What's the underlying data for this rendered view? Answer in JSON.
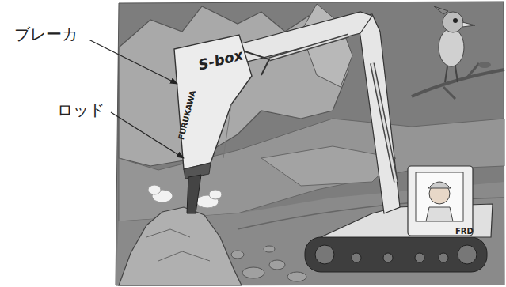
{
  "diagram": {
    "labels": [
      "ブレーカ",
      "ロッド",
      "FURUKAWA",
      "S-box",
      "FRD"
    ]
  }
}
